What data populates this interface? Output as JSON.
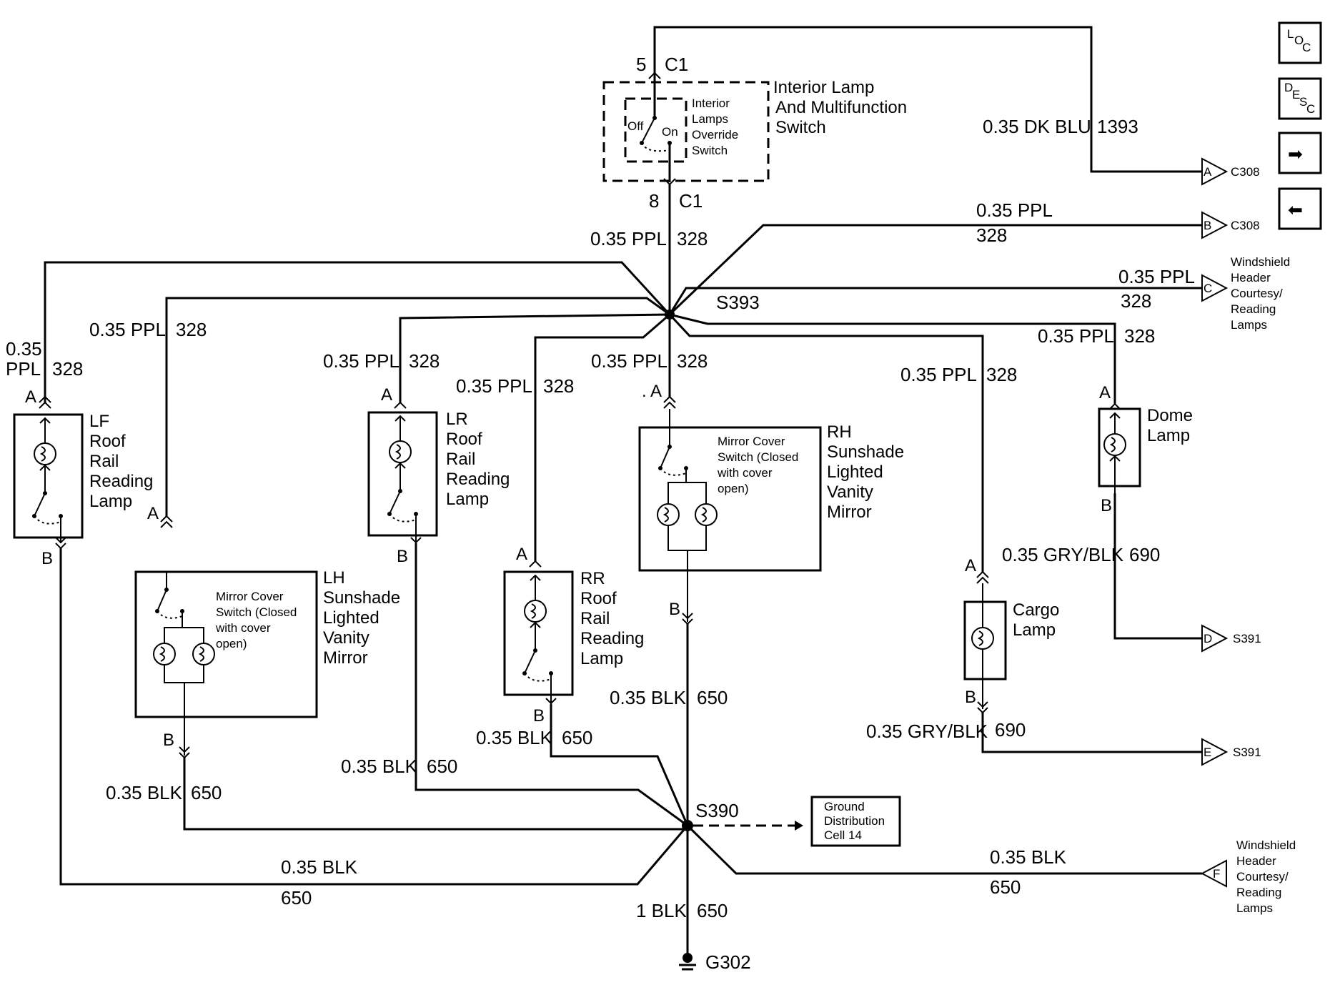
{
  "components": {
    "main_switch": {
      "line1": "Interior Lamp",
      "line2": "And Multifunction",
      "line3": "Switch"
    },
    "override_switch": {
      "line1": "Interior",
      "line2": "Lamps",
      "line3": "Override",
      "line4": "Switch",
      "off": "Off",
      "on": "On"
    },
    "lf_lamp": {
      "line1": "LF",
      "line2": "Roof",
      "line3": "Rail",
      "line4": "Reading",
      "line5": "Lamp"
    },
    "lr_lamp": {
      "line1": "LR",
      "line2": "Roof",
      "line3": "Rail",
      "line4": "Reading",
      "line5": "Lamp"
    },
    "rr_lamp": {
      "line1": "RR",
      "line2": "Roof",
      "line3": "Rail",
      "line4": "Reading",
      "line5": "Lamp"
    },
    "lh_mirror": {
      "line1": "LH",
      "line2": "Sunshade",
      "line3": "Lighted",
      "line4": "Vanity",
      "line5": "Mirror"
    },
    "rh_mirror": {
      "line1": "RH",
      "line2": "Sunshade",
      "line3": "Lighted",
      "line4": "Vanity",
      "line5": "Mirror"
    },
    "mirror_switch": {
      "line1": "Mirror Cover",
      "line2": "Switch (Closed",
      "line3": "with cover",
      "line4": "open)"
    },
    "dome_lamp": {
      "line1": "Dome",
      "line2": "Lamp"
    },
    "cargo_lamp": {
      "line1": "Cargo",
      "line2": "Lamp"
    },
    "ground_cell": {
      "line1": "Ground",
      "line2": "Distribution",
      "line3": "Cell 14"
    },
    "windshield": {
      "line1": "Windshield",
      "line2": "Header",
      "line3": "Courtesy/",
      "line4": "Reading",
      "line5": "Lamps"
    }
  },
  "connectors": {
    "c1_top_pin": "5",
    "c1_bottom_pin": "8",
    "c1": "C1",
    "c308": "C308",
    "s391": "S391",
    "a": "A",
    "b": "B",
    "c": "C",
    "d": "D",
    "e": "E",
    "f": "F",
    "dot_a": ". A"
  },
  "splices": {
    "s393": "S393",
    "s390": "S390",
    "g302": "G302"
  },
  "wires": {
    "ppl": "0.35 PPL",
    "ppl_top": "0.35",
    "ppl_bottom": "PPL",
    "c328": "328",
    "dkblu": "0.35 DK BLU",
    "c1393": "1393",
    "blk": "0.35 BLK",
    "c650": "650",
    "blk1": "1 BLK",
    "gryblk": "0.35 GRY/BLK",
    "c690": "690"
  },
  "nav": {
    "loc_l": "L",
    "loc_o": "O",
    "loc_c": "C",
    "desc_d": "D",
    "desc_e": "E",
    "desc_s": "S",
    "desc_c": "C",
    "next_glyph": "➡",
    "prev_glyph": "⬅"
  }
}
